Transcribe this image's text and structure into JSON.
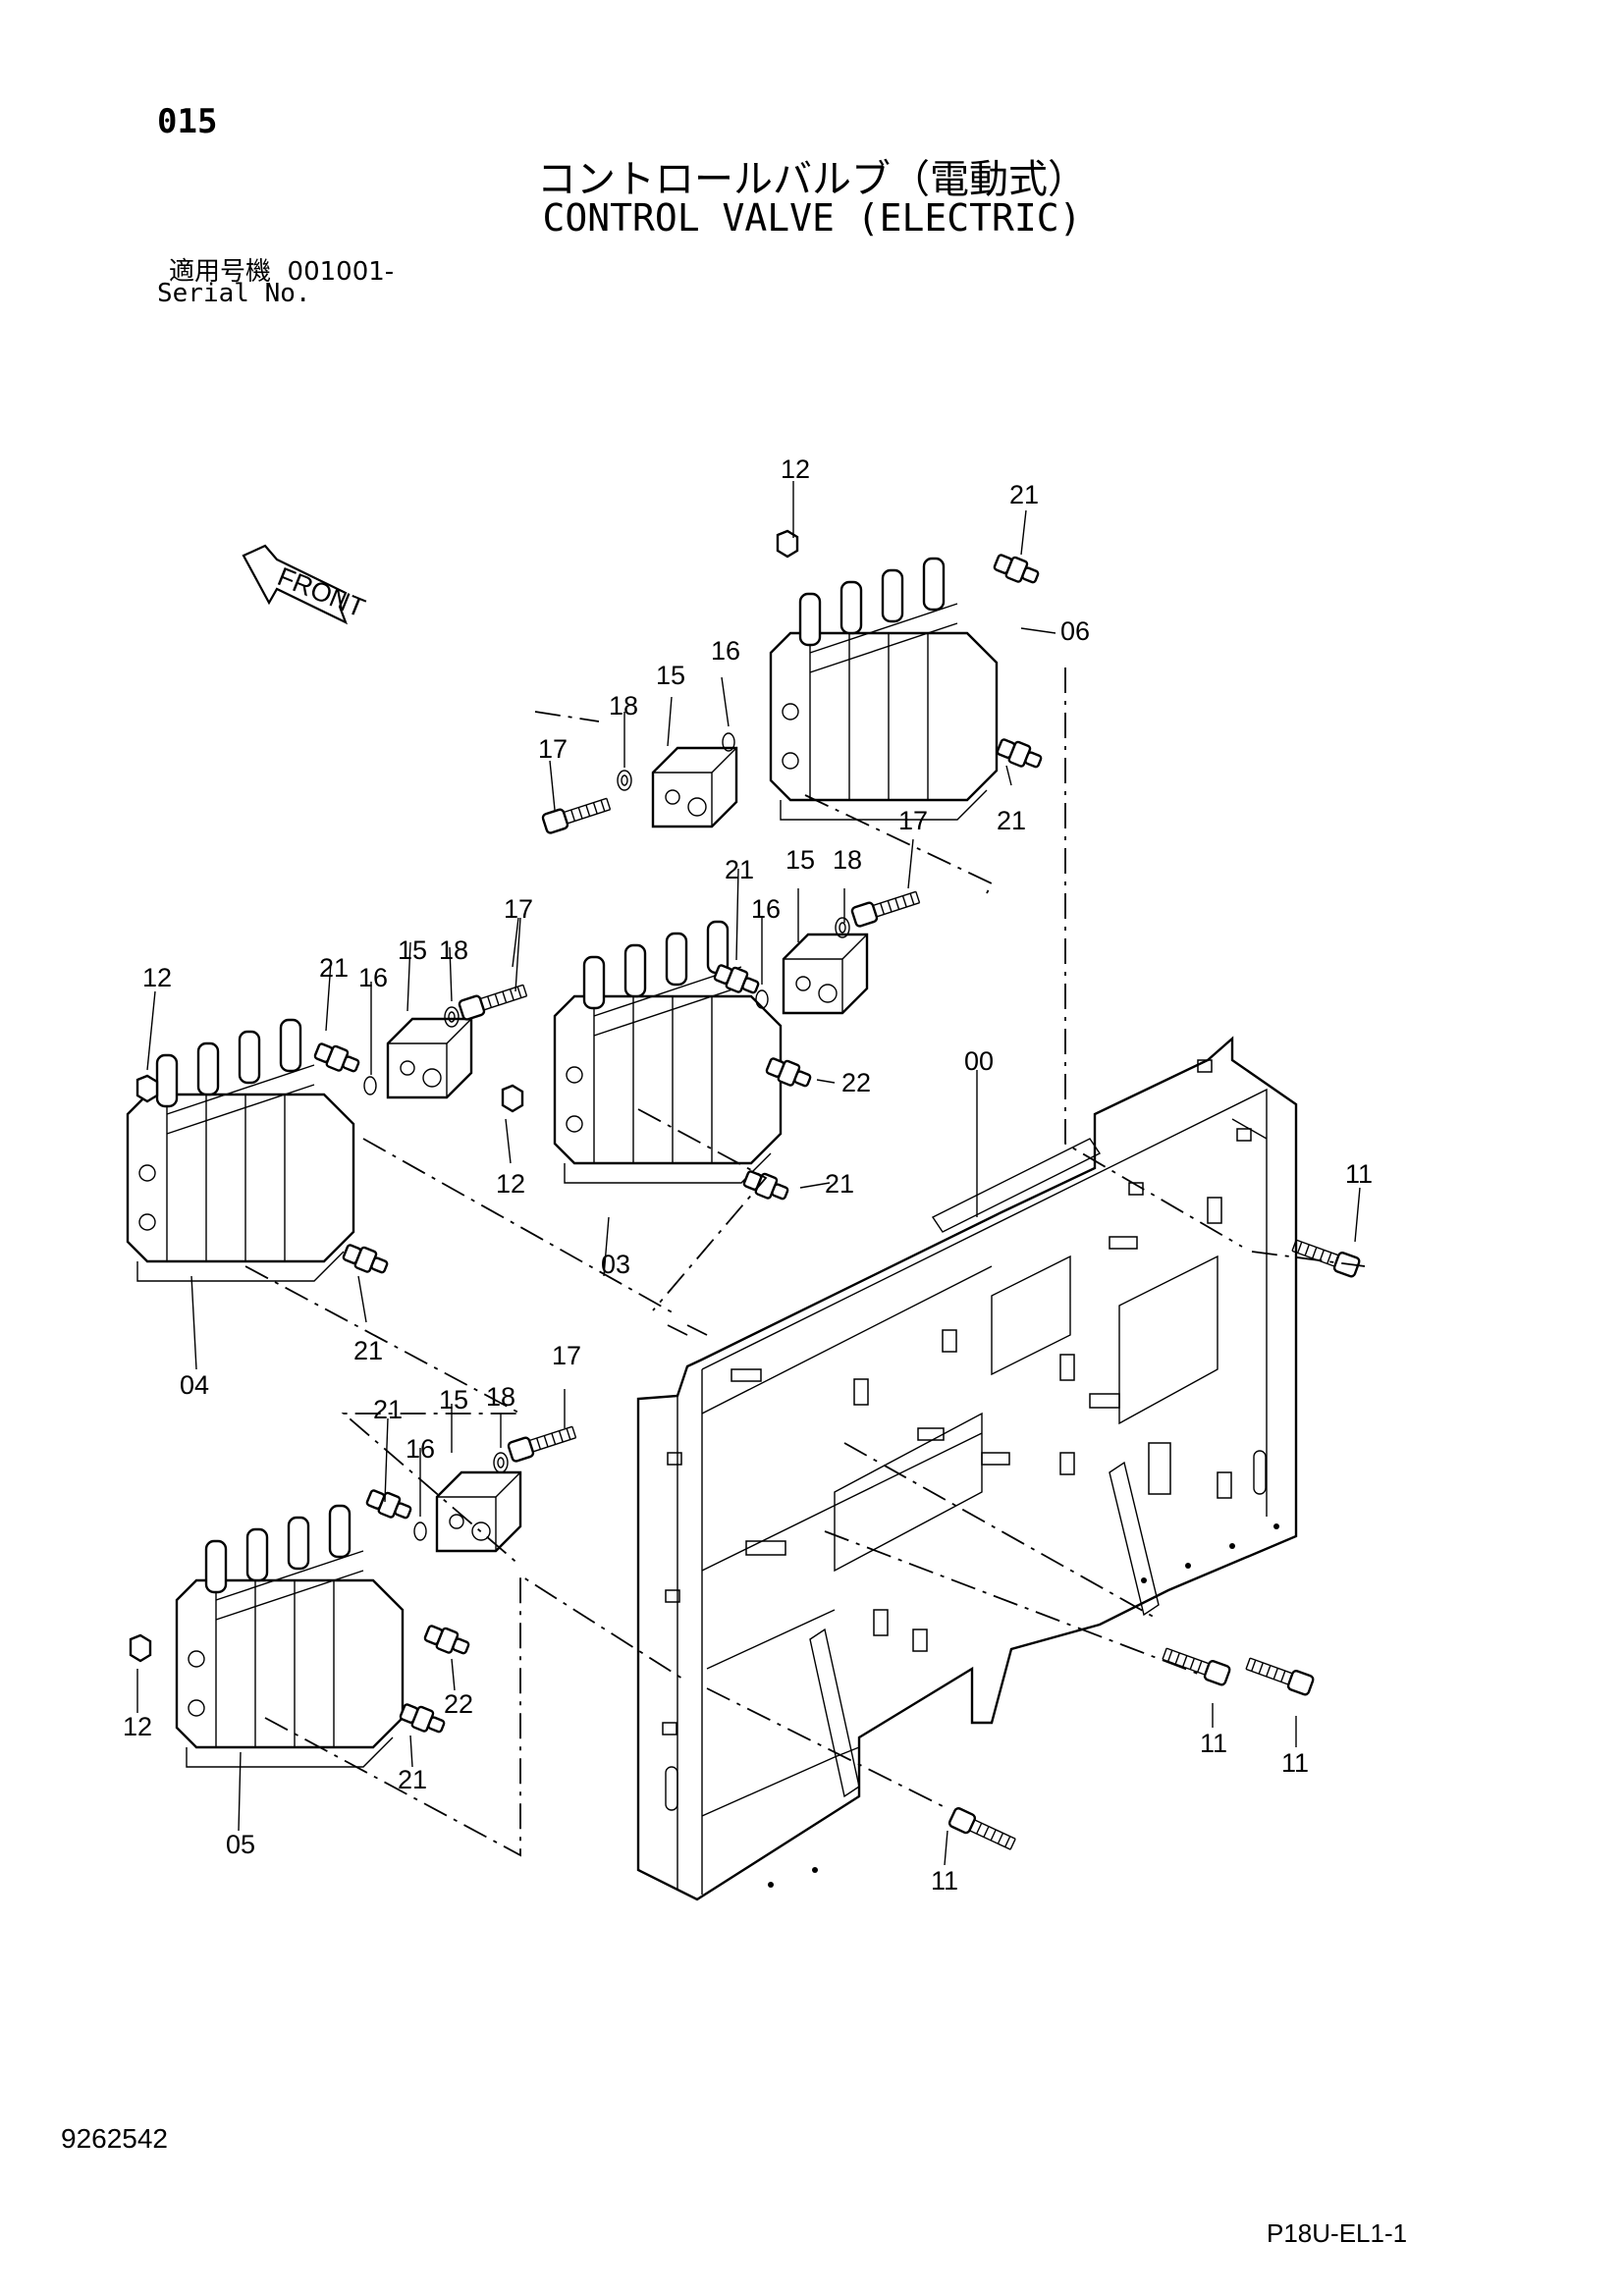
{
  "header": {
    "page_code": "015",
    "title_jp": "コントロールバルブ（電動式）",
    "title_en": "CONTROL VALVE (ELECTRIC)",
    "serial_label_jp": "適用号機  001001-",
    "serial_label_en": "Serial No."
  },
  "diagram": {
    "front_label": "FRONT",
    "callouts": {
      "c12a": "12",
      "c21a": "21",
      "c06": "06",
      "c16a": "16",
      "c15a": "15",
      "c18a": "18",
      "c17a": "17",
      "c21b": "21",
      "c17b": "17",
      "c21c": "21",
      "c15b": "15",
      "c18b": "18",
      "c16b": "16",
      "c22a": "22",
      "c21d": "21",
      "c12b": "12",
      "c03": "03",
      "c12c": "12",
      "c21e": "21",
      "c16c": "16",
      "c15c": "15",
      "c18c": "18",
      "c17c": "17",
      "c21f": "21",
      "c04": "04",
      "c00": "00",
      "c11a": "11",
      "c21g": "21",
      "c15d": "15",
      "c18d": "18",
      "c17d": "17",
      "c16d": "16",
      "c22b": "22",
      "c12d": "12",
      "c21h": "21",
      "c05": "05",
      "c11b": "11",
      "c11c": "11",
      "c11d": "11"
    }
  },
  "footer": {
    "doc_number": "9262542",
    "page_ref": "P18U-EL1-1"
  }
}
